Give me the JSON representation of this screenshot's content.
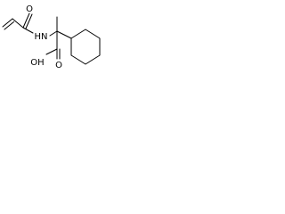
{
  "diagram": {
    "type": "skeletal-structure",
    "labels": {
      "carbonyl_oxygen": "O",
      "amide_nitrogen": "HN",
      "hydroxyl": "OH",
      "acid_oxygen": "O"
    }
  }
}
